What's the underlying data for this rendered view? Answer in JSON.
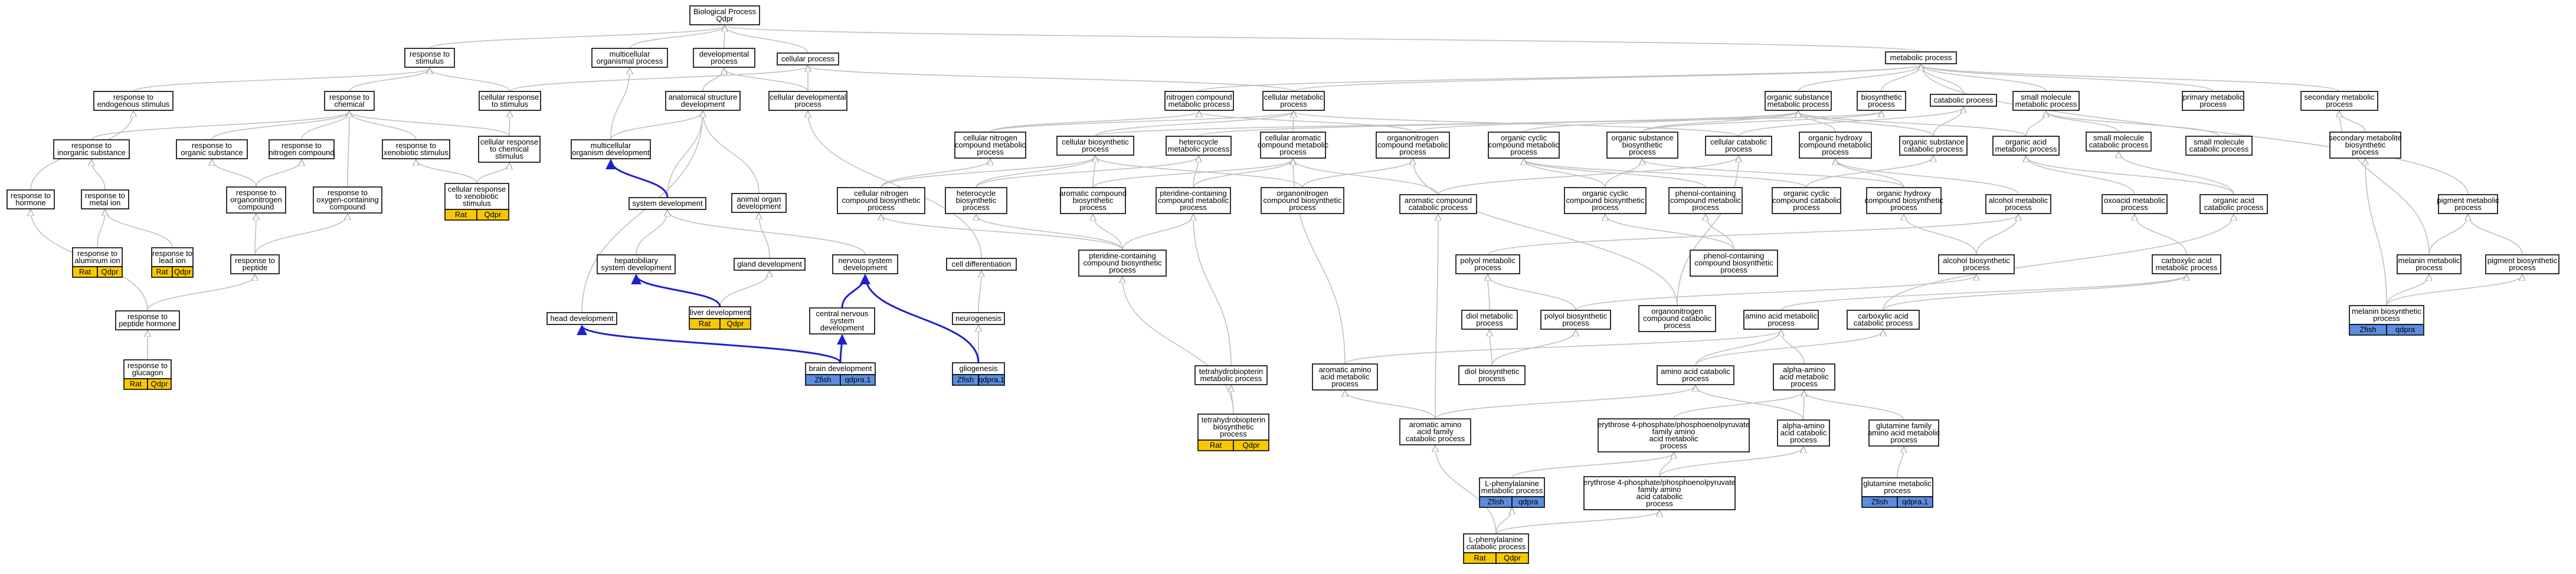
{
  "colors": {
    "rat": "#f8c800",
    "zfish": "#5b8de0",
    "edge": "#c0c0c0",
    "develops": "#1f1fd0"
  },
  "nodes": {
    "bp": [
      "Biological Process",
      "Qdpr"
    ],
    "response_to_stimulus": [
      "response to",
      "stimulus"
    ],
    "multicellular_organismal_process": [
      "multicellular",
      "organismal process"
    ],
    "developmental_process": [
      "developmental",
      "process"
    ],
    "cellular_process": [
      "cellular process"
    ],
    "metabolic_process": [
      "metabolic process"
    ],
    "response_to_endogenous_stimulus": [
      "response to",
      "endogenous stimulus"
    ],
    "response_to_chemical": [
      "response to",
      "chemical"
    ],
    "cellular_response_to_stimulus": [
      "cellular response",
      "to stimulus"
    ],
    "anatomical_structure_development": [
      "anatomical structure",
      "development"
    ],
    "cellular_developmental_process": [
      "cellular developmental",
      "process"
    ],
    "nitrogen_compound_metabolic_process": [
      "nitrogen compound",
      "metabolic process"
    ],
    "cellular_metabolic_process": [
      "cellular metabolic",
      "process"
    ],
    "organic_substance_metabolic_process": [
      "organic substance",
      "metabolic process"
    ],
    "biosynthetic_process": [
      "biosynthetic",
      "process"
    ],
    "catabolic_process": [
      "catabolic process"
    ],
    "small_molecule_metabolic_process": [
      "small molecule",
      "metabolic process"
    ],
    "primary_metabolic_process": [
      "primary metabolic",
      "process"
    ],
    "secondary_metabolic_process": [
      "secondary metabolic",
      "process"
    ],
    "response_to_inorganic_substance": [
      "response to",
      "inorganic substance"
    ],
    "response_to_organic_substance": [
      "response to",
      "organic substance"
    ],
    "response_to_nitrogen_compound": [
      "response to",
      "nitrogen compound"
    ],
    "response_to_xenobiotic_stimulus": [
      "response to",
      "xenobiotic stimulus"
    ],
    "cellular_response_to_chemical_stimulus": [
      "cellular response",
      "to chemical",
      "stimulus"
    ],
    "multicellular_organism_development": [
      "multicellular",
      "organism development"
    ],
    "cellular_nitrogen_compound_metabolic_process": [
      "cellular nitrogen",
      "compound metabolic",
      "process"
    ],
    "cellular_biosynthetic_process": [
      "cellular biosynthetic",
      "process"
    ],
    "heterocycle_metabolic_process": [
      "heterocycle",
      "metabolic process"
    ],
    "cellular_aromatic_compound_metabolic_process": [
      "cellular aromatic",
      "compound metabolic",
      "process"
    ],
    "organonitrogen_compound_metabolic_process": [
      "organonitrogen",
      "compound metabolic",
      "process"
    ],
    "organic_cyclic_compound_metabolic_process": [
      "organic cyclic",
      "compound metabolic",
      "process"
    ],
    "organic_substance_biosynthetic_process": [
      "organic substance",
      "biosynthetic",
      "process"
    ],
    "cellular_catabolic_process": [
      "cellular catabolic",
      "process"
    ],
    "organic_hydroxy_compound_metabolic_process": [
      "organic hydroxy",
      "compound metabolic",
      "process"
    ],
    "organic_substance_catabolic_process": [
      "organic substance",
      "catabolic process"
    ],
    "organic_acid_metabolic_process": [
      "organic acid",
      "metabolic process"
    ],
    "small_molecule_catabolic_process": [
      "small molecule",
      "catabolic process"
    ],
    "small_molecule_catabolic_process_2": [
      "small molecule",
      "catabolic process"
    ],
    "secondary_metabolite_biosynthetic_process": [
      "secondary metabolite",
      "biosynthetic",
      "process"
    ],
    "response_to_hormone": [
      "response to",
      "hormone"
    ],
    "response_to_metal_ion": [
      "response to",
      "metal ion"
    ],
    "response_to_organonitrogen_compound": [
      "response to",
      "organonitrogen",
      "compound"
    ],
    "response_to_oxygen_containing_compound": [
      "response to",
      "oxygen-containing",
      "compound"
    ],
    "cellular_response_to_xenobiotic_stimulus": [
      "cellular response",
      "to xenobiotic",
      "stimulus"
    ],
    "system_development": [
      "system development"
    ],
    "animal_organ_development": [
      "animal organ",
      "development"
    ],
    "cellular_nitrogen_compound_biosynthetic_process": [
      "cellular nitrogen",
      "compound biosynthetic",
      "process"
    ],
    "heterocycle_biosynthetic_process": [
      "heterocycle",
      "biosynthetic",
      "process"
    ],
    "aromatic_compound_biosynthetic_process": [
      "aromatic compound",
      "biosynthetic",
      "process"
    ],
    "pteridine_containing_compound_metabolic_process": [
      "pteridine-containing",
      "compound metabolic",
      "process"
    ],
    "organonitrogen_compound_biosynthetic_process": [
      "organonitrogen",
      "compound biosynthetic",
      "process"
    ],
    "aromatic_compound_catabolic_process": [
      "aromatic compound",
      "catabolic process"
    ],
    "organic_cyclic_compound_biosynthetic_process": [
      "organic cyclic",
      "compound biosynthetic",
      "process"
    ],
    "phenol_containing_compound_metabolic_process": [
      "phenol-containing",
      "compound metabolic",
      "process"
    ],
    "organic_cyclic_compound_catabolic_process": [
      "organic cyclic",
      "compound catabolic",
      "process"
    ],
    "organic_hydroxy_compound_biosynthetic_process": [
      "organic hydroxy",
      "compound biosynthetic",
      "process"
    ],
    "alcohol_metabolic_process": [
      "alcohol metabolic",
      "process"
    ],
    "oxoacid_metabolic_process": [
      "oxoacid metabolic",
      "process"
    ],
    "organic_acid_catabolic_process": [
      "organic acid",
      "catabolic process"
    ],
    "pigment_metabolic_process": [
      "pigment metabolic",
      "process"
    ],
    "response_to_aluminum_ion": [
      "response to",
      "aluminum ion"
    ],
    "response_to_lead_ion": [
      "response to",
      "lead ion"
    ],
    "response_to_peptide": [
      "response to",
      "peptide"
    ],
    "hepatobiliary_system_development": [
      "hepatobiliary",
      "system development"
    ],
    "gland_development": [
      "gland development"
    ],
    "nervous_system_development": [
      "nervous system",
      "development"
    ],
    "cell_differentiation": [
      "cell differentiation"
    ],
    "pteridine_containing_compound_biosynthetic_process": [
      "pteridine-containing",
      "compound biosynthetic",
      "process"
    ],
    "polyol_metabolic_process": [
      "polyol metabolic",
      "process"
    ],
    "phenol_containing_compound_biosynthetic_process": [
      "phenol-containing",
      "compound biosynthetic",
      "process"
    ],
    "alcohol_biosynthetic_process": [
      "alcohol biosynthetic",
      "process"
    ],
    "carboxylic_acid_metabolic_process": [
      "carboxylic acid",
      "metabolic process"
    ],
    "melanin_metabolic_process": [
      "melanin metabolic",
      "process"
    ],
    "pigment_biosynthetic_process": [
      "pigment biosynthetic",
      "process"
    ],
    "response_to_peptide_hormone": [
      "response to",
      "peptide hormone"
    ],
    "liver_development": [
      "liver development"
    ],
    "central_nervous_system_development": [
      "central nervous",
      "system",
      "development"
    ],
    "neurogenesis": [
      "neurogenesis"
    ],
    "head_development": [
      "head development"
    ],
    "diol_metabolic_process": [
      "diol metabolic",
      "process"
    ],
    "polyol_biosynthetic_process": [
      "polyol biosynthetic",
      "process"
    ],
    "organonitrogen_compound_catabolic_process": [
      "organonitrogen",
      "compound catabolic",
      "process"
    ],
    "amino_acid_metabolic_process": [
      "amino acid metabolic",
      "process"
    ],
    "carboxylic_acid_catabolic_process": [
      "carboxylic acid",
      "catabolic process"
    ],
    "melanin_biosynthetic_process": [
      "melanin biosynthetic",
      "process"
    ],
    "response_to_glucagon": [
      "response to",
      "glucagon"
    ],
    "brain_development": [
      "brain development"
    ],
    "gliogenesis": [
      "gliogenesis"
    ],
    "tetrahydrobiopterin_metabolic_process": [
      "tetrahydrobiopterin",
      "metabolic process"
    ],
    "aromatic_amino_acid_metabolic_process": [
      "aromatic amino",
      "acid metabolic",
      "process"
    ],
    "diol_biosynthetic_process": [
      "diol biosynthetic",
      "process"
    ],
    "amino_acid_catabolic_process": [
      "amino acid catabolic",
      "process"
    ],
    "alpha_amino_acid_metabolic_process": [
      "alpha-amino",
      "acid metabolic",
      "process"
    ],
    "tetrahydrobiopterin_biosynthetic_process": [
      "tetrahydrobiopterin",
      "biosynthetic",
      "process"
    ],
    "aromatic_amino_acid_family_catabolic_process": [
      "aromatic amino",
      "acid family",
      "catabolic process"
    ],
    "erythrose_pyruvate_amino_acid_metabolic_process": [
      "erythrose 4-phosphate/phosphoenolpyruvate",
      "family amino",
      "acid metabolic",
      "process"
    ],
    "alpha_amino_acid_catabolic_process": [
      "alpha-amino",
      "acid catabolic",
      "process"
    ],
    "glutamine_family_amino_acid_metabolic_process": [
      "glutamine family",
      "amino acid metabolic",
      "process"
    ],
    "l_phenylalanine_metabolic_process": [
      "L-phenylalanine",
      "metabolic process"
    ],
    "erythrose_pyruvate_amino_acid_catabolic_process": [
      "erythrose 4-phosphate/phosphoenolpyruvate",
      "family amino",
      "acid catabolic",
      "process"
    ],
    "glutamine_family_amino_acid_metabolic_process_2": [
      "glutamine metabolic",
      "process"
    ],
    "l_phenylalanine_catabolic_process": [
      "L-phenylalanine",
      "catabolic process"
    ]
  },
  "annotations": {
    "rat": "Rat",
    "qdpr": "Qdpr",
    "zfish": "Zfish",
    "qdpra": "qdpra",
    "qdpra_1": "qdpra.1"
  }
}
